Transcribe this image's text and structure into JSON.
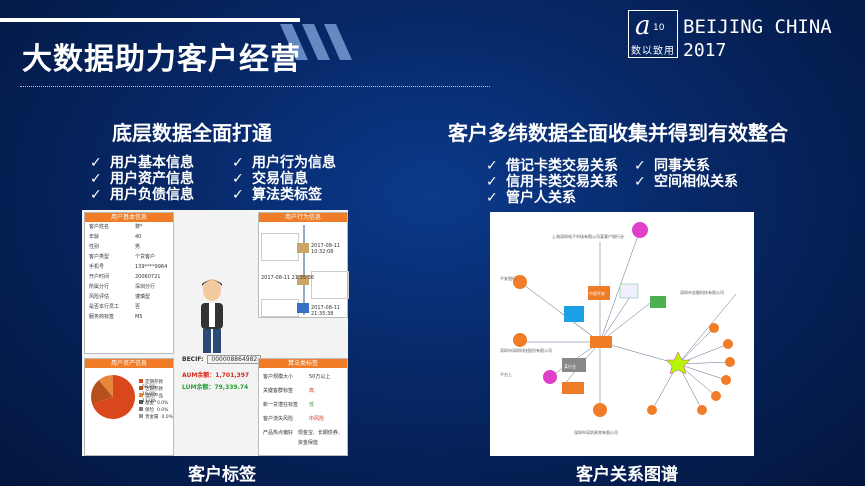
{
  "header": {
    "title": "大数据助力客户经营",
    "logo_text": "数以致用",
    "logo_mark": "10",
    "city": "BEIJING CHINA",
    "year": "2017"
  },
  "left_section": {
    "heading": "底层数据全面打通",
    "col1": [
      "用户基本信息",
      "用户资产信息",
      "用户负债信息"
    ],
    "col2": [
      "用户行为信息",
      "交易信息",
      "算法类标签"
    ],
    "caption": "客户标签",
    "cards": {
      "basic_title": "用户基本信息",
      "behavior_title": "用户行为信息",
      "asset_title": "用户资产信息",
      "algo_title": "算法类标签",
      "basic_rows": [
        [
          "客户姓名",
          "黎*"
        ],
        [
          "年龄",
          "40"
        ],
        [
          "性别",
          "男"
        ],
        [
          "客户类型",
          "个贷客户"
        ],
        [
          "手机号",
          "139****9964"
        ],
        [
          "开户时间",
          "20060721"
        ],
        [
          "所属分行",
          "深圳分行"
        ],
        [
          "风险评估",
          "谨慎型"
        ],
        [
          "是否本行员工",
          "否"
        ],
        [
          "服务商标签",
          "M5"
        ]
      ],
      "timeline": [
        "2017-08-11 10:32:08",
        "2017-08-11 21:35:36",
        "2017-08-11 21:35:38"
      ],
      "becif_label": "BECIF:",
      "becif_value": "000008864982",
      "aum": "AUM余额：1,701,397",
      "lum": "LUM余额：79,339.74",
      "legend": [
        [
          "定期存款",
          "68.8%"
        ],
        [
          "活期存款",
          "19.0%"
        ],
        [
          "理财产品",
          "11.0%"
        ],
        [
          "基金",
          "0.0%"
        ],
        [
          "保险",
          "0.0%"
        ],
        [
          "贵金属",
          "0.0%"
        ]
      ],
      "algo_rows": [
        [
          "客户规模大小",
          "50万以上"
        ],
        [
          "关键客群标签",
          "高"
        ],
        [
          "新一贷潜在标签",
          "低"
        ],
        [
          "客户流失风险",
          "中风险"
        ],
        [
          "产品热点偏好",
          "现金宝、长期债券、资金保值"
        ]
      ],
      "pie_values": [
        68.8,
        19.0,
        11.0,
        0.0,
        0.0,
        0.0
      ]
    }
  },
  "right_section": {
    "heading": "客户多纬数据全面收集并得到有效整合",
    "col1": [
      "借记卡类交易关系",
      "信用卡类交易关系",
      "管户人关系"
    ],
    "col2": [
      "同事关系",
      "空间相似关系"
    ],
    "caption": "客户关系图谱",
    "graph_labels": [
      "上海深圳电子市场有限公司某客户银行业",
      "深圳市金融科技有限公司",
      "平安银行",
      "中国平安",
      "深圳市深圳科技股份有限公司",
      "某行业",
      "平台上",
      "深圳市深圳贵宾有限公司"
    ]
  },
  "colors": {
    "accent": "#f07c28",
    "magenta": "#e040c8",
    "background": "#072765"
  }
}
